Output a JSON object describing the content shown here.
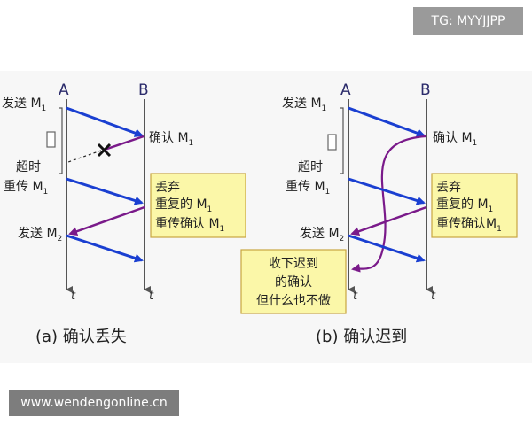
{
  "watermark_top": "TG: MYYJJPP",
  "watermark_bottom": "www.wendengonline.cn",
  "colors": {
    "blue": "#1a3fd1",
    "purple": "#7a1a8a",
    "note_bg": "#fbf7a8",
    "note_border": "#c9a640",
    "axis": "#555555"
  },
  "panel_a": {
    "label_A": "A",
    "label_B": "B",
    "send_m1": "发送 M",
    "send_m1_sub": "1",
    "confirm_m1": "确认 M",
    "confirm_m1_sub": "1",
    "timeout_line1": "超时",
    "timeout_line2": "重传 M",
    "timeout_sub": "1",
    "send_m2": "发送 M",
    "send_m2_sub": "2",
    "note_line1": "丢弃",
    "note_line2": "重复的 M",
    "note_line2_sub": "1",
    "note_line3": "重传确认 M",
    "note_line3_sub": "1",
    "t_A": "t",
    "t_B": "t",
    "caption": "(a) 确认丢失"
  },
  "panel_b": {
    "label_A": "A",
    "label_B": "B",
    "send_m1": "发送 M",
    "send_m1_sub": "1",
    "confirm_m1": "确认 M",
    "confirm_m1_sub": "1",
    "timeout_line1": "超时",
    "timeout_line2": "重传 M",
    "timeout_sub": "1",
    "send_m2": "发送 M",
    "send_m2_sub": "2",
    "note_line1": "丢弃",
    "note_line2": "重复的 M",
    "note_line2_sub": "1",
    "note_line3": "重传确认M",
    "note_line3_sub": "1",
    "late_line1": "收下迟到",
    "late_line2": "的确认",
    "late_line3": "但什么也不做",
    "t_A": "t",
    "t_B": "t",
    "caption": "(b) 确认迟到"
  }
}
